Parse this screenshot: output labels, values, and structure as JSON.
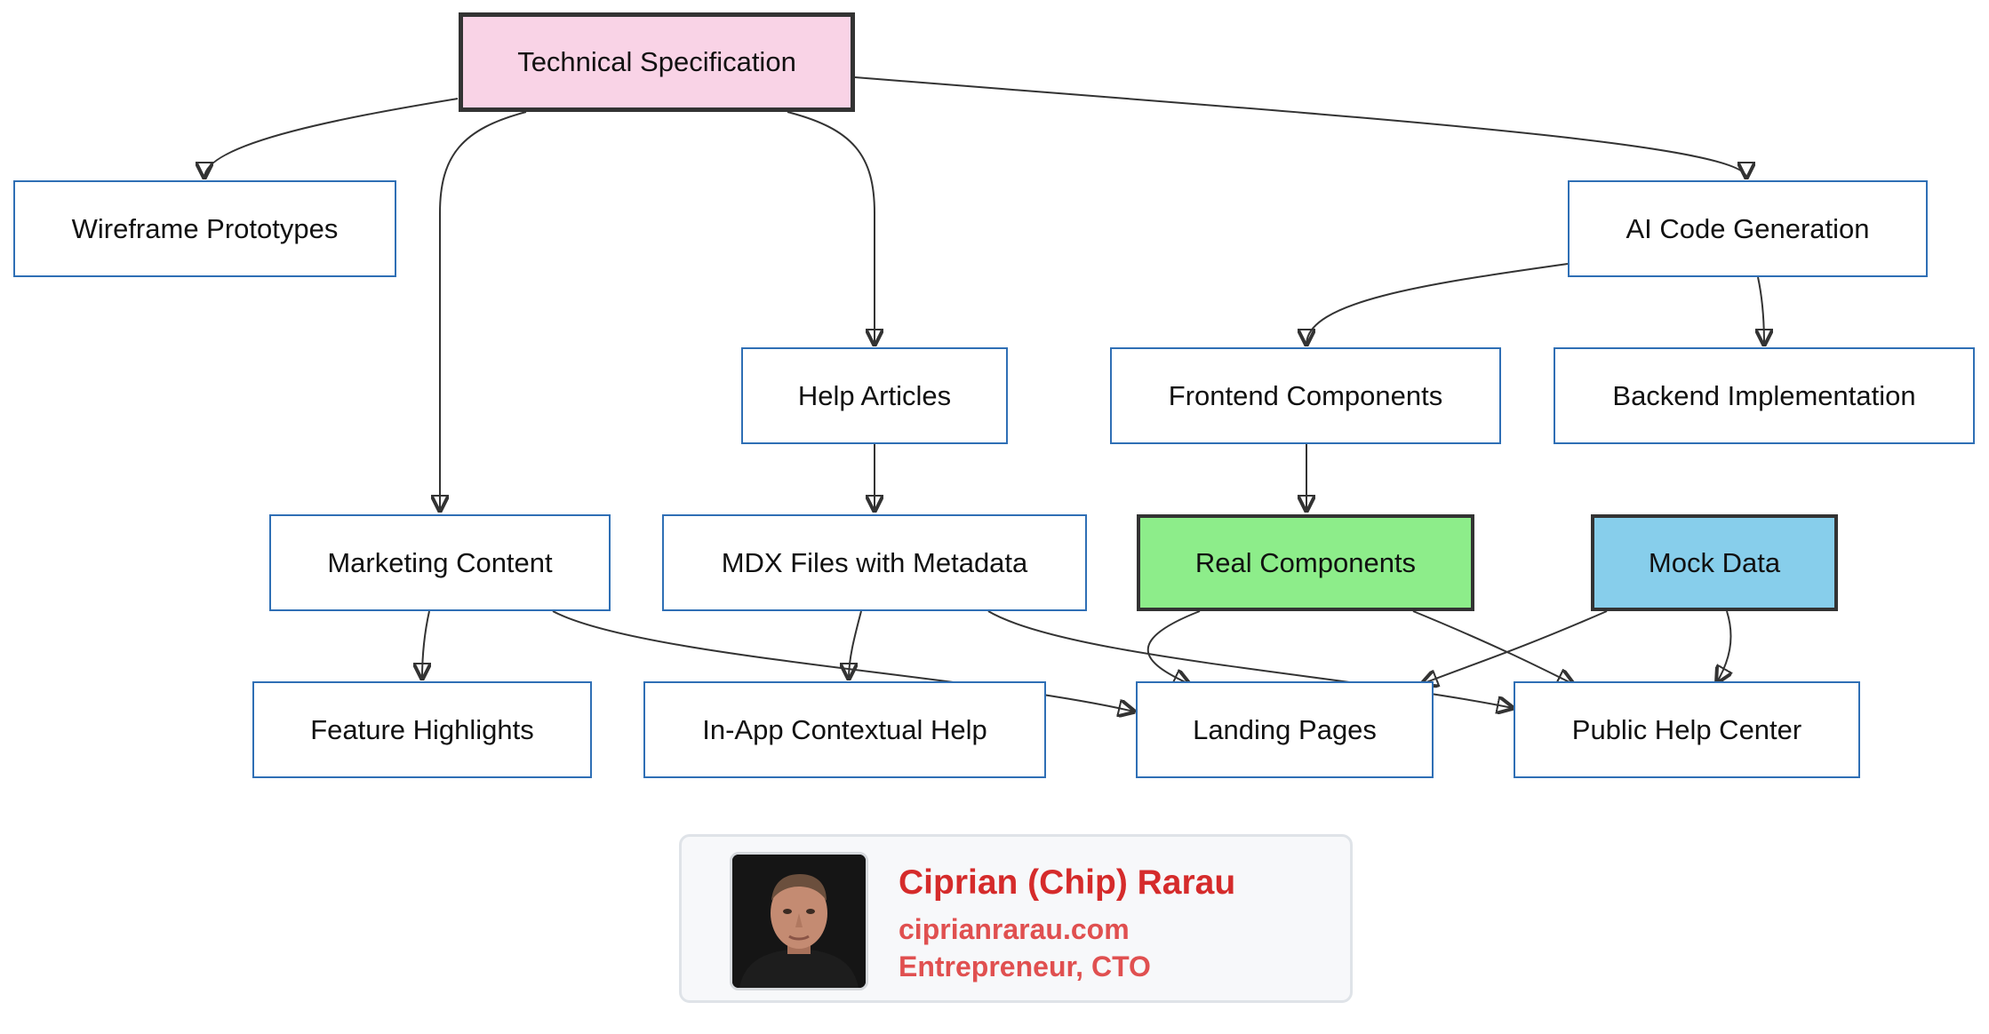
{
  "diagram": {
    "nodes": {
      "technical_specification": "Technical Specification",
      "wireframe_prototypes": "Wireframe Prototypes",
      "ai_code_generation": "AI Code Generation",
      "help_articles": "Help Articles",
      "frontend_components": "Frontend Components",
      "backend_implementation": "Backend Implementation",
      "marketing_content": "Marketing Content",
      "mdx_files_with_metadata": "MDX Files with Metadata",
      "real_components": "Real Components",
      "mock_data": "Mock Data",
      "feature_highlights": "Feature Highlights",
      "in_app_contextual_help": "In-App Contextual Help",
      "landing_pages": "Landing Pages",
      "public_help_center": "Public Help Center"
    },
    "edges": [
      {
        "from": "technical_specification",
        "to": "wireframe_prototypes"
      },
      {
        "from": "technical_specification",
        "to": "marketing_content"
      },
      {
        "from": "technical_specification",
        "to": "help_articles"
      },
      {
        "from": "technical_specification",
        "to": "ai_code_generation"
      },
      {
        "from": "ai_code_generation",
        "to": "frontend_components"
      },
      {
        "from": "ai_code_generation",
        "to": "backend_implementation"
      },
      {
        "from": "help_articles",
        "to": "mdx_files_with_metadata"
      },
      {
        "from": "frontend_components",
        "to": "real_components"
      },
      {
        "from": "marketing_content",
        "to": "feature_highlights"
      },
      {
        "from": "marketing_content",
        "to": "landing_pages"
      },
      {
        "from": "mdx_files_with_metadata",
        "to": "in_app_contextual_help"
      },
      {
        "from": "mdx_files_with_metadata",
        "to": "public_help_center"
      },
      {
        "from": "real_components",
        "to": "landing_pages"
      },
      {
        "from": "real_components",
        "to": "public_help_center"
      },
      {
        "from": "mock_data",
        "to": "landing_pages"
      },
      {
        "from": "mock_data",
        "to": "public_help_center"
      }
    ],
    "colors": {
      "root_fill": "#f9d3e6",
      "real_components_fill": "#8ded8a",
      "mock_data_fill": "#87ceeb",
      "node_border": "#2f6fb5",
      "edge": "#333333"
    }
  },
  "author_card": {
    "name": "Ciprian (Chip) Rarau",
    "website": "ciprianrarau.com",
    "role": "Entrepreneur, CTO",
    "accent_color": "#d52b2b"
  }
}
